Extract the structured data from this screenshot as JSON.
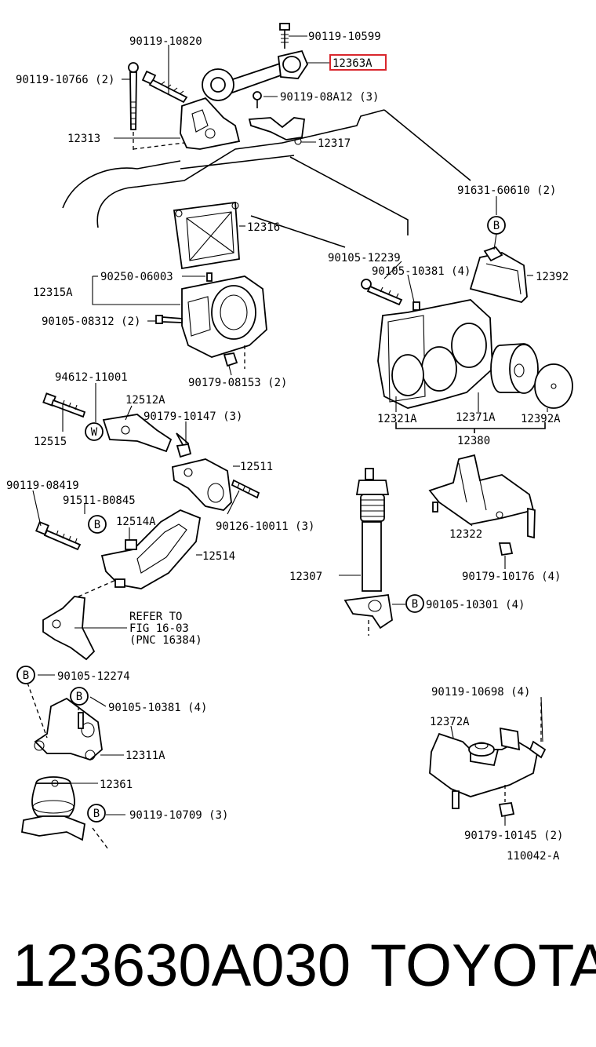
{
  "labels": {
    "p90119_10820": "90119-10820",
    "p90119_10599": "90119-10599",
    "p90119_10766": "90119-10766 (2)",
    "p12363A": "12363A",
    "p90119_08A12": "90119-08A12 (3)",
    "p12313": "12313",
    "p12317": "12317",
    "p91631_60610": "91631-60610 (2)",
    "p12316": "12316",
    "p90105_12239": "90105-12239",
    "p90105_10381a": "90105-10381 (4)",
    "p12392": "12392",
    "p12315A": "12315A",
    "p90250_06003": "90250-06003",
    "p90105_08312": "90105-08312 (2)",
    "p90179_08153": "90179-08153 (2)",
    "p94612_11001": "94612-11001",
    "p12512A": "12512A",
    "p90179_10147": "90179-10147 (3)",
    "p12515": "12515",
    "p12321A": "12321A",
    "p12371A": "12371A",
    "p12392A": "12392A",
    "p12380": "12380",
    "p12511": "12511",
    "p90119_08419": "90119-08419",
    "p91511_B0845": "91511-B0845",
    "p12514A": "12514A",
    "p90126_10011": "90126-10011 (3)",
    "p12514": "12514",
    "p12322": "12322",
    "p90179_10176": "90179-10176 (4)",
    "p12307": "12307",
    "p90105_10301": "90105-10301 (4)",
    "refer1": "REFER TO",
    "refer2": "FIG 16-03",
    "refer3": "(PNC 16384)",
    "p90105_12274": "90105-12274",
    "p90105_10381b": "90105-10381 (4)",
    "p12311A": "12311A",
    "p12361": "12361",
    "p90119_10709": "90119-10709 (3)",
    "p90119_10698": "90119-10698 (4)",
    "p12372A": "12372A",
    "p90179_10145": "90179-10145 (2)",
    "figure_id": "110042-A"
  },
  "markers": {
    "b": "B",
    "w": "W"
  },
  "footer": {
    "part_number": "123630A030",
    "brand": "TOYOTA"
  }
}
